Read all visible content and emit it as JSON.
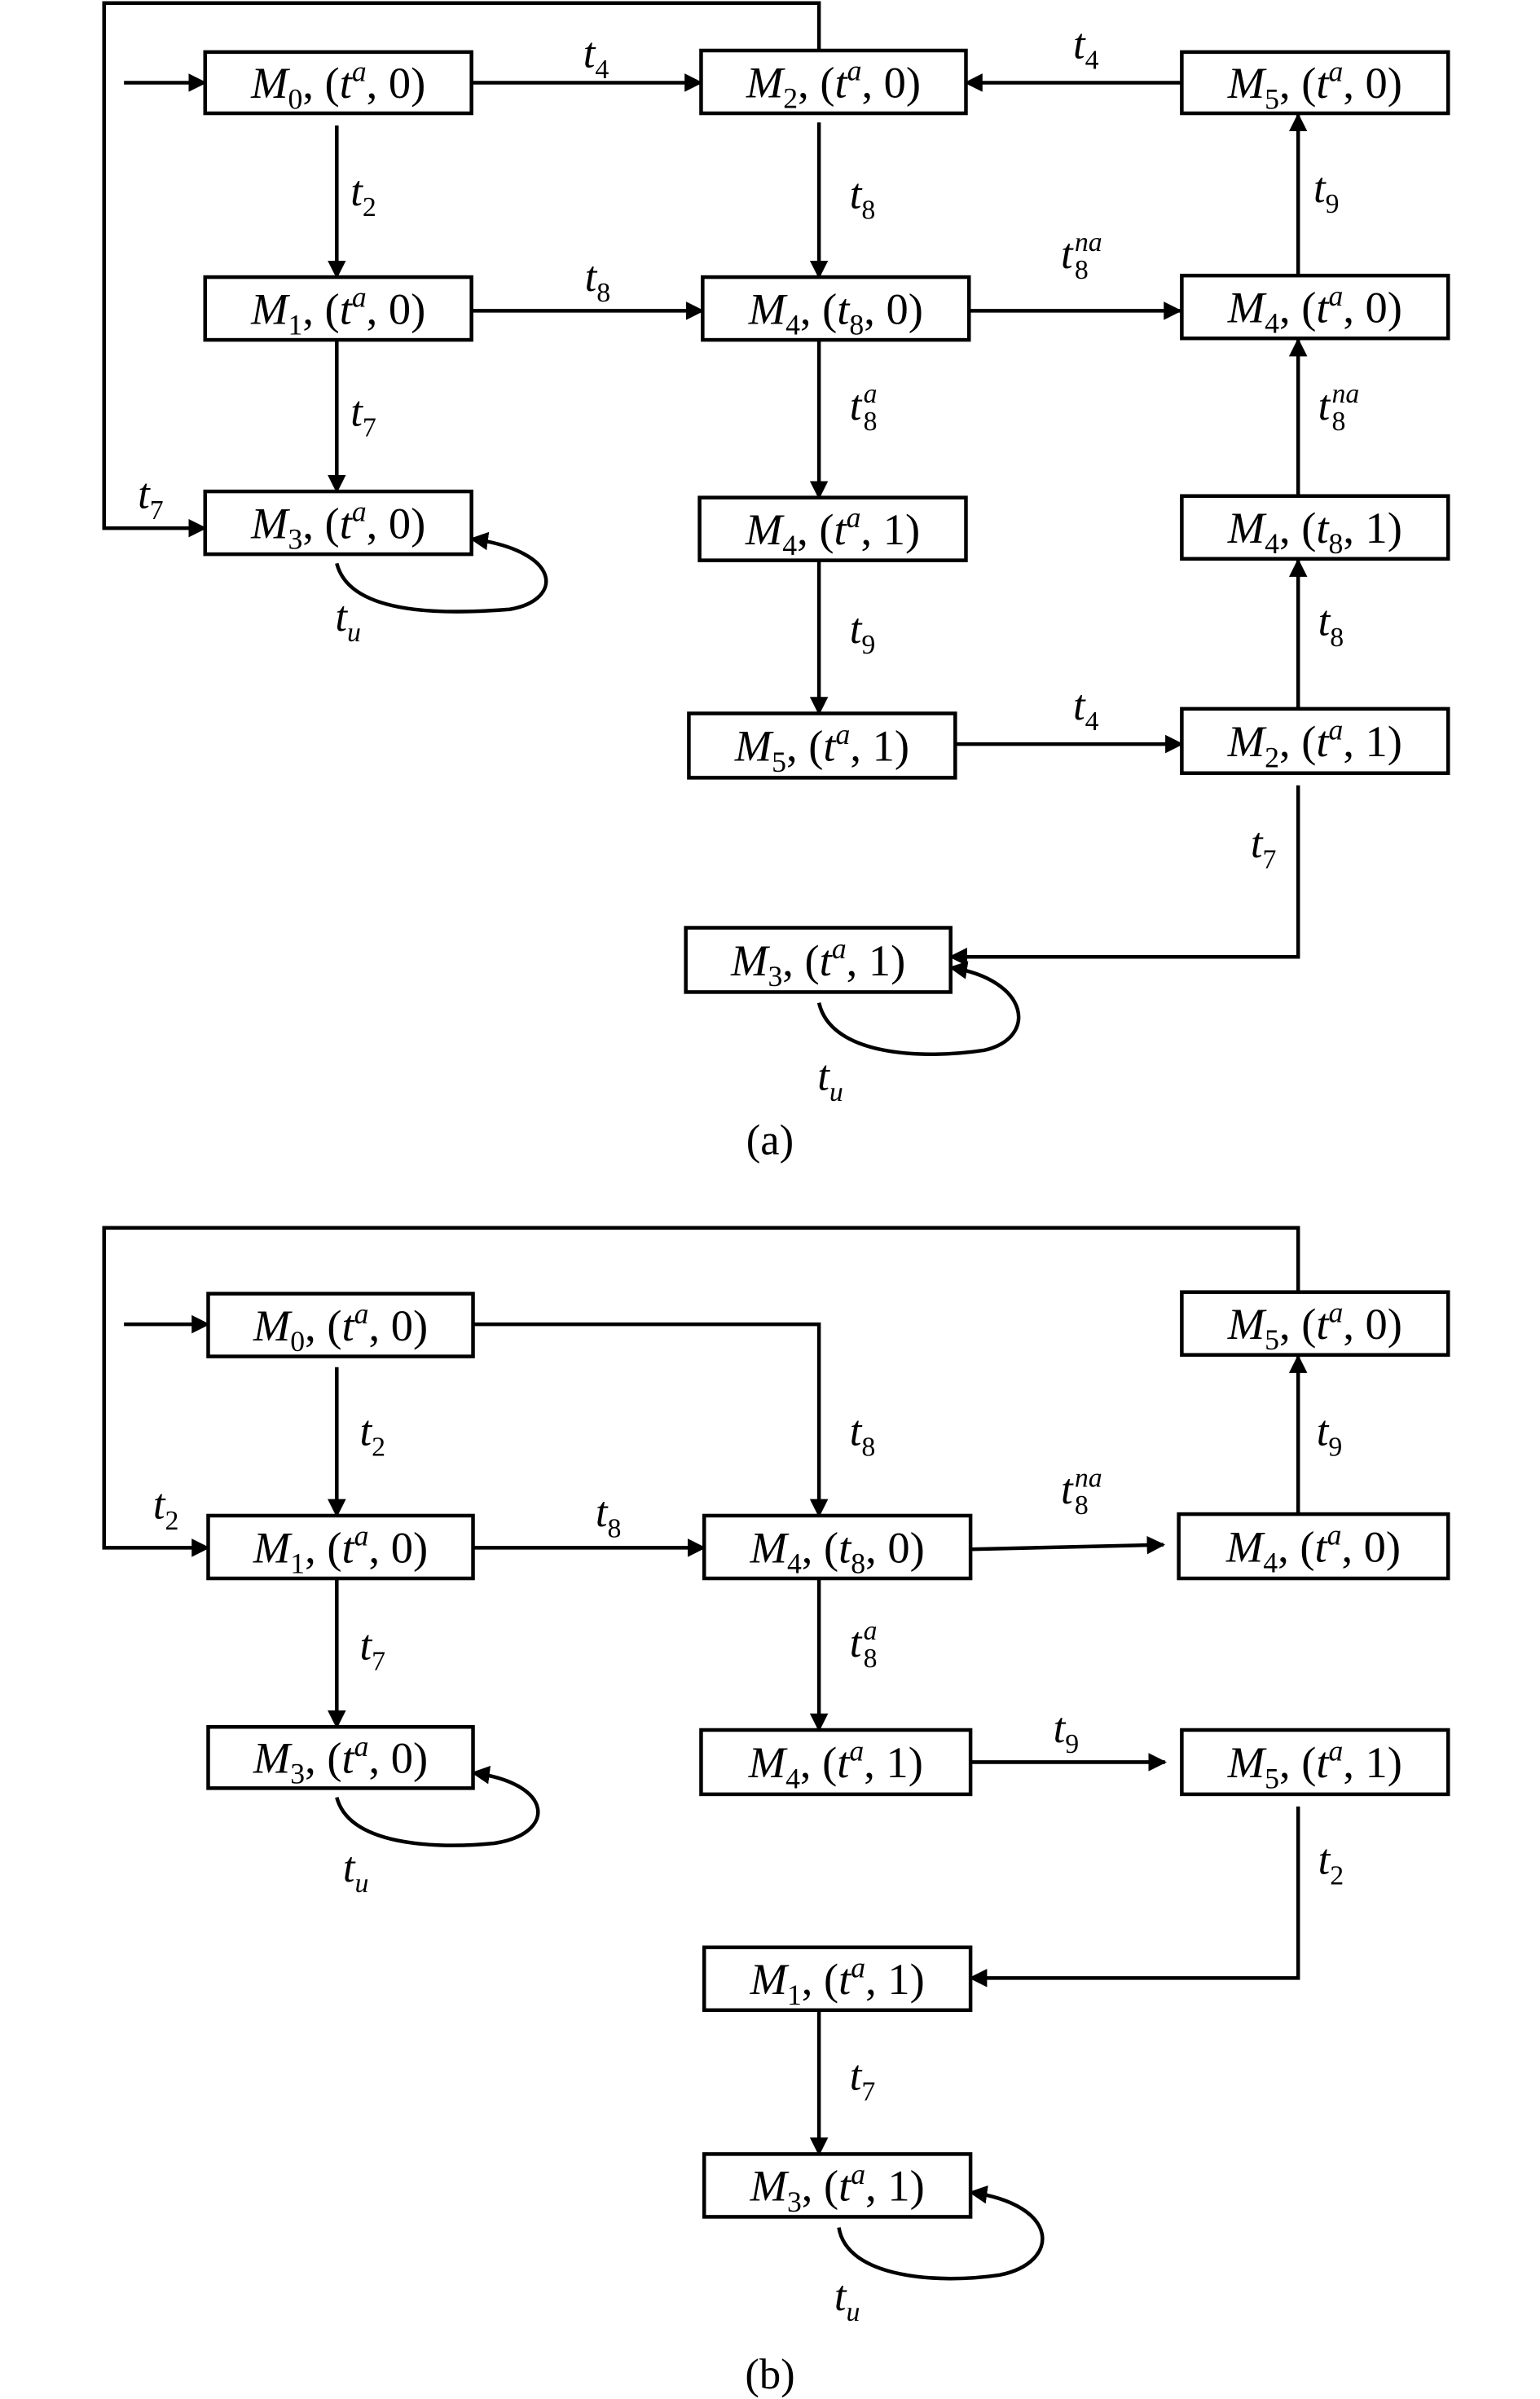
{
  "diagrams": [
    {
      "caption": "(a)",
      "nodes": {
        "a0": {
          "m": "M",
          "m_sub": "0",
          "t": "t",
          "t_sup": "a",
          "t_sub": "",
          "n": "0"
        },
        "a2": {
          "m": "M",
          "m_sub": "2",
          "t": "t",
          "t_sup": "a",
          "t_sub": "",
          "n": "0"
        },
        "a5": {
          "m": "M",
          "m_sub": "5",
          "t": "t",
          "t_sup": "a",
          "t_sub": "",
          "n": "0"
        },
        "a1": {
          "m": "M",
          "m_sub": "1",
          "t": "t",
          "t_sup": "a",
          "t_sub": "",
          "n": "0"
        },
        "a4a": {
          "m": "M",
          "m_sub": "4",
          "t": "t",
          "t_sup": "",
          "t_sub": "8",
          "n": "0"
        },
        "a4b": {
          "m": "M",
          "m_sub": "4",
          "t": "t",
          "t_sup": "a",
          "t_sub": "",
          "n": "0"
        },
        "a3": {
          "m": "M",
          "m_sub": "3",
          "t": "t",
          "t_sup": "a",
          "t_sub": "",
          "n": "0"
        },
        "a4c": {
          "m": "M",
          "m_sub": "4",
          "t": "t",
          "t_sup": "a",
          "t_sub": "",
          "n": "1"
        },
        "a4d": {
          "m": "M",
          "m_sub": "4",
          "t": "t",
          "t_sup": "",
          "t_sub": "8",
          "n": "1"
        },
        "a5b": {
          "m": "M",
          "m_sub": "5",
          "t": "t",
          "t_sup": "a",
          "t_sub": "",
          "n": "1"
        },
        "a2b": {
          "m": "M",
          "m_sub": "2",
          "t": "t",
          "t_sup": "a",
          "t_sub": "",
          "n": "1"
        },
        "a3b": {
          "m": "M",
          "m_sub": "3",
          "t": "t",
          "t_sup": "a",
          "t_sub": "",
          "n": "1"
        }
      },
      "edges": {
        "start": {
          "from": "",
          "to": "a0",
          "t": "",
          "sub": "",
          "sup": ""
        },
        "e1": {
          "from": "a0",
          "to": "a2",
          "t": "t",
          "sub": "4",
          "sup": ""
        },
        "e2": {
          "from": "a5",
          "to": "a2",
          "t": "t",
          "sub": "4",
          "sup": ""
        },
        "e3": {
          "from": "a0",
          "to": "a1",
          "t": "t",
          "sub": "2",
          "sup": ""
        },
        "e4": {
          "from": "a2",
          "to": "a4a",
          "t": "t",
          "sub": "8",
          "sup": ""
        },
        "e5": {
          "from": "a1",
          "to": "a4a",
          "t": "t",
          "sub": "8",
          "sup": ""
        },
        "e6": {
          "from": "a4a",
          "to": "a4b",
          "t": "t",
          "sub": "8",
          "sup": "na"
        },
        "e7": {
          "from": "a4b",
          "to": "a5",
          "t": "t",
          "sub": "9",
          "sup": ""
        },
        "e8": {
          "from": "a1",
          "to": "a3",
          "t": "t",
          "sub": "7",
          "sup": ""
        },
        "e9": {
          "from": "a2",
          "to": "a3",
          "t": "t",
          "sub": "7",
          "sup": ""
        },
        "e10": {
          "from": "a3",
          "to": "a3",
          "t": "t",
          "sub": "u",
          "sup": ""
        },
        "e11": {
          "from": "a4a",
          "to": "a4c",
          "t": "t",
          "sub": "8",
          "sup": "a"
        },
        "e12": {
          "from": "a4d",
          "to": "a4b",
          "t": "t",
          "sub": "8",
          "sup": "na"
        },
        "e13": {
          "from": "a4c",
          "to": "a5b",
          "t": "t",
          "sub": "9",
          "sup": ""
        },
        "e14": {
          "from": "a2b",
          "to": "a4d",
          "t": "t",
          "sub": "8",
          "sup": ""
        },
        "e15": {
          "from": "a5b",
          "to": "a2b",
          "t": "t",
          "sub": "4",
          "sup": ""
        },
        "e16": {
          "from": "a2b",
          "to": "a3b",
          "t": "t",
          "sub": "7",
          "sup": ""
        },
        "e17": {
          "from": "a3b",
          "to": "a3b",
          "t": "t",
          "sub": "u",
          "sup": ""
        }
      }
    },
    {
      "caption": "(b)",
      "nodes": {
        "b0": {
          "m": "M",
          "m_sub": "0",
          "t": "t",
          "t_sup": "a",
          "t_sub": "",
          "n": "0"
        },
        "b5": {
          "m": "M",
          "m_sub": "5",
          "t": "t",
          "t_sup": "a",
          "t_sub": "",
          "n": "0"
        },
        "b1": {
          "m": "M",
          "m_sub": "1",
          "t": "t",
          "t_sup": "a",
          "t_sub": "",
          "n": "0"
        },
        "b4": {
          "m": "M",
          "m_sub": "4",
          "t": "t",
          "t_sup": "",
          "t_sub": "8",
          "n": "0"
        },
        "b4b": {
          "m": "M",
          "m_sub": "4",
          "t": "t",
          "t_sup": "a",
          "t_sub": "",
          "n": "0"
        },
        "b3": {
          "m": "M",
          "m_sub": "3",
          "t": "t",
          "t_sup": "a",
          "t_sub": "",
          "n": "0"
        },
        "b4c": {
          "m": "M",
          "m_sub": "4",
          "t": "t",
          "t_sup": "a",
          "t_sub": "",
          "n": "1"
        },
        "b5b": {
          "m": "M",
          "m_sub": "5",
          "t": "t",
          "t_sup": "a",
          "t_sub": "",
          "n": "1"
        },
        "b1b": {
          "m": "M",
          "m_sub": "1",
          "t": "t",
          "t_sup": "a",
          "t_sub": "",
          "n": "1"
        },
        "b3b": {
          "m": "M",
          "m_sub": "3",
          "t": "t",
          "t_sup": "a",
          "t_sub": "",
          "n": "1"
        }
      },
      "edges": {
        "start": {
          "from": "",
          "to": "b0",
          "t": "",
          "sub": "",
          "sup": ""
        },
        "f1": {
          "from": "b0",
          "to": "b4",
          "t": "t",
          "sub": "8",
          "sup": ""
        },
        "f2": {
          "from": "b0",
          "to": "b1",
          "t": "t",
          "sub": "2",
          "sup": ""
        },
        "f3": {
          "from": "b5",
          "to": "b1",
          "t": "t",
          "sub": "2",
          "sup": ""
        },
        "f4": {
          "from": "b1",
          "to": "b4",
          "t": "t",
          "sub": "8",
          "sup": ""
        },
        "f5": {
          "from": "b4",
          "to": "b4b",
          "t": "t",
          "sub": "8",
          "sup": "na"
        },
        "f6": {
          "from": "b4b",
          "to": "b5",
          "t": "t",
          "sub": "9",
          "sup": ""
        },
        "f7": {
          "from": "b1",
          "to": "b3",
          "t": "t",
          "sub": "7",
          "sup": ""
        },
        "f8": {
          "from": "b3",
          "to": "b3",
          "t": "t",
          "sub": "u",
          "sup": ""
        },
        "f9": {
          "from": "b4",
          "to": "b4c",
          "t": "t",
          "sub": "8",
          "sup": "a"
        },
        "f10": {
          "from": "b4c",
          "to": "b5b",
          "t": "t",
          "sub": "9",
          "sup": ""
        },
        "f11": {
          "from": "b5b",
          "to": "b1b",
          "t": "t",
          "sub": "2",
          "sup": ""
        },
        "f12": {
          "from": "b1b",
          "to": "b3b",
          "t": "t",
          "sub": "7",
          "sup": ""
        },
        "f13": {
          "from": "b3b",
          "to": "b3b",
          "t": "t",
          "sub": "u",
          "sup": ""
        }
      }
    }
  ]
}
